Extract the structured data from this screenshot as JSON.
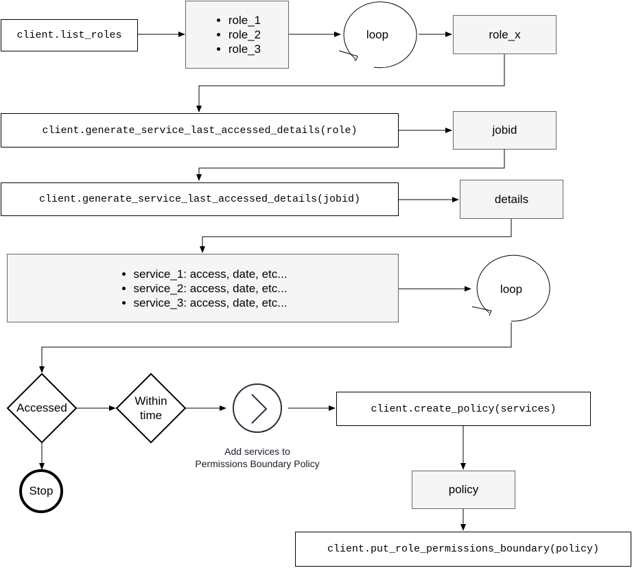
{
  "nodes": {
    "list_roles": "client.list_roles",
    "roles": [
      "role_1",
      "role_2",
      "role_3"
    ],
    "loop1": "loop",
    "role_x": "role_x",
    "gen_role": "client.generate_service_last_accessed_details(role)",
    "jobid": "jobid",
    "gen_jobid": "client.generate_service_last_accessed_details(jobid)",
    "details": "details",
    "services": [
      "service_1: access, date, etc...",
      "service_2: access, date, etc...",
      "service_3: access, date, etc..."
    ],
    "loop2": "loop",
    "accessed": "Accessed",
    "within_time": [
      "Within",
      "time"
    ],
    "stop": "Stop",
    "add_services_caption": [
      "Add services to",
      "Permissions Boundary Policy"
    ],
    "create_policy": "client.create_policy(services)",
    "policy": "policy",
    "put_boundary": "client.put_role_permissions_boundary(policy)"
  },
  "colors": {
    "gray_fill": "#f5f5f5",
    "chevron_circle": "#232f3e"
  }
}
